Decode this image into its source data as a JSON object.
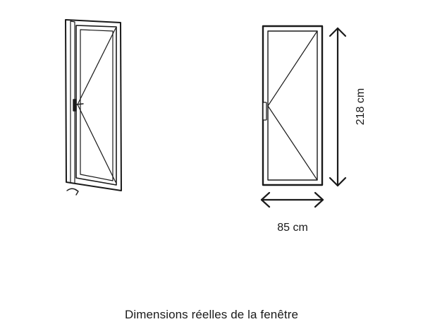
{
  "dimensions": {
    "width_label": "85 cm",
    "height_label": "218 cm"
  },
  "caption": "Dimensions réelles de la fenêtre",
  "colors": {
    "stroke": "#1a1a1a",
    "background": "#ffffff"
  }
}
